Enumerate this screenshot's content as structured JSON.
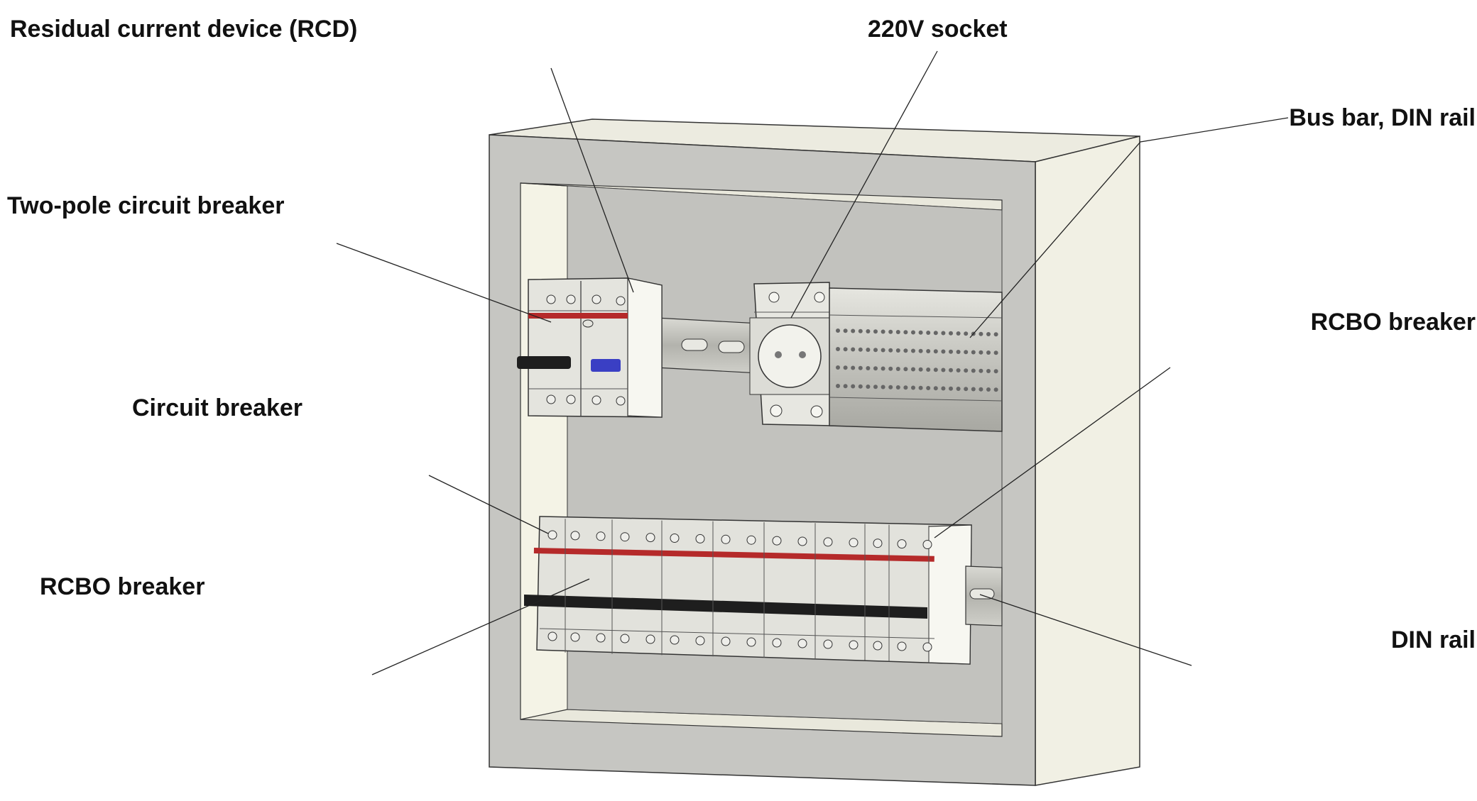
{
  "labels": {
    "rcd": "Residual current device (RCD)",
    "socket": "220V socket",
    "bus_bar": "Bus bar, DIN rail",
    "two_pole": "Two-pole circuit breaker",
    "rcbo_right": "RCBO breaker",
    "circuit_breaker": "Circuit breaker",
    "rcbo_left": "RCBO breaker",
    "din_rail": "DIN rail"
  },
  "colors": {
    "cabinet_face": "#c6c6c2",
    "cabinet_side": "#f1f0e4",
    "inner_panel": "#c2c2be",
    "module_body": "#e4e4de",
    "red_stripe": "#b52a2a",
    "toggle_black": "#1e1e1e",
    "toggle_blue": "#3a3fc4",
    "rail": "#b9b9b3"
  }
}
